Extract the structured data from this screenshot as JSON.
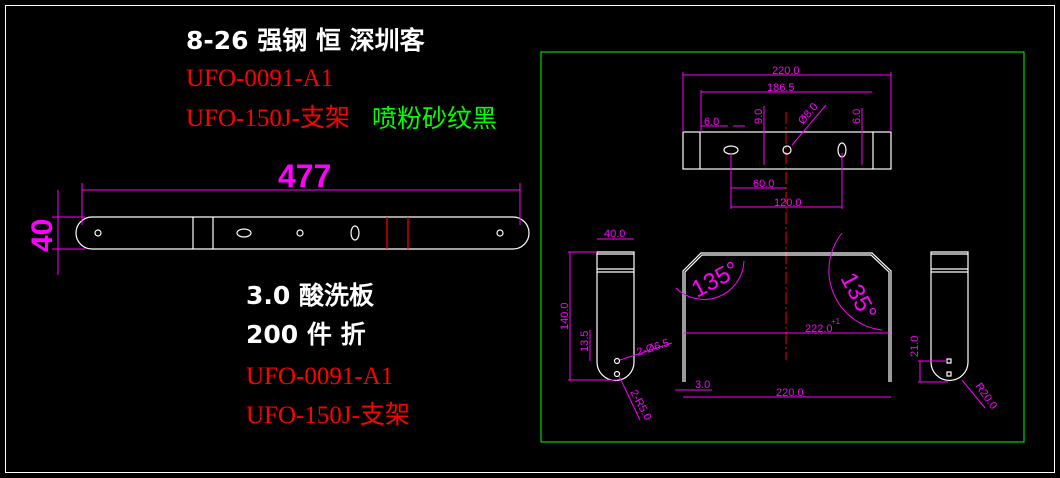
{
  "notes_top": {
    "line1": "8-26 强钢 恒 深圳客",
    "line2": "UFO-0091-A1",
    "line3_part": "UFO-150J-支架",
    "line3_finish": "喷粉砂纹黑"
  },
  "notes_bottom": {
    "line1": "3.0 酸洗板",
    "line2": "200 件  折",
    "line3": "UFO-0091-A1",
    "line4": "UFO-150J-支架"
  },
  "left_part": {
    "length": "477",
    "width": "40"
  },
  "top_view": {
    "overall": "220.0",
    "inner": "186.5",
    "slot_w": "6.0",
    "slot_h": "9.0",
    "hole": "Ø8.0",
    "slot_r": "6.0",
    "half_pitch": "60.0",
    "pitch": "120.0"
  },
  "front_view": {
    "angle_left": "135°",
    "angle_right": "135°",
    "inner_width": "222.0",
    "tol": "+1",
    "thickness": "3.0",
    "overall": "220.0"
  },
  "side_left": {
    "width": "40.0",
    "height": "140.0",
    "hole_offset": "13.5",
    "holes": "2-Ø6.5",
    "radius": "2-R5.0"
  },
  "side_right": {
    "hole_offset": "21.0",
    "radius": "R20.0"
  },
  "colors": {
    "dim": "#ff00ff",
    "center": "#ff0000",
    "frame": "#00ff00",
    "outline": "#ffffff"
  }
}
